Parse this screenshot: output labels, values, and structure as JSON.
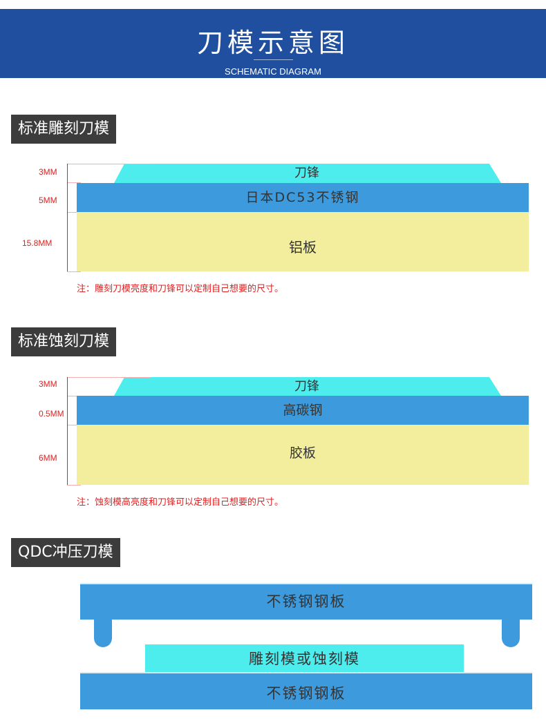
{
  "header": {
    "title": "刀模示意图",
    "subtitle": "SCHEMATIC DIAGRAM"
  },
  "colors": {
    "header_bg": "#1f4f9e",
    "blade": "#4deced",
    "steel": "#3c9add",
    "base": "#f3ee9e",
    "dim": "#e02020",
    "label_bg": "#3c3c3c"
  },
  "section1": {
    "title": "标准雕刻刀模",
    "dims": [
      "3MM",
      "5MM",
      "15.8MM"
    ],
    "layers": {
      "blade": "刀锋",
      "steel": "日本DC53不锈钢",
      "base": "铝板"
    },
    "note": "注：雕刻刀模亮度和刀锋可以定制自己想要的尺寸。"
  },
  "section2": {
    "title": "标准蚀刻刀模",
    "dims": [
      "3MM",
      "0.5MM",
      "6MM"
    ],
    "layers": {
      "blade": "刀锋",
      "steel": "高碳钢",
      "base": "胶板"
    },
    "note": "注：蚀刻模高亮度和刀锋可以定制自己想要的尺寸。"
  },
  "section3": {
    "title": "QDC冲压刀模",
    "top_plate": "不锈钢钢板",
    "die": "雕刻模或蚀刻模",
    "bottom_plate": "不锈钢钢板"
  }
}
